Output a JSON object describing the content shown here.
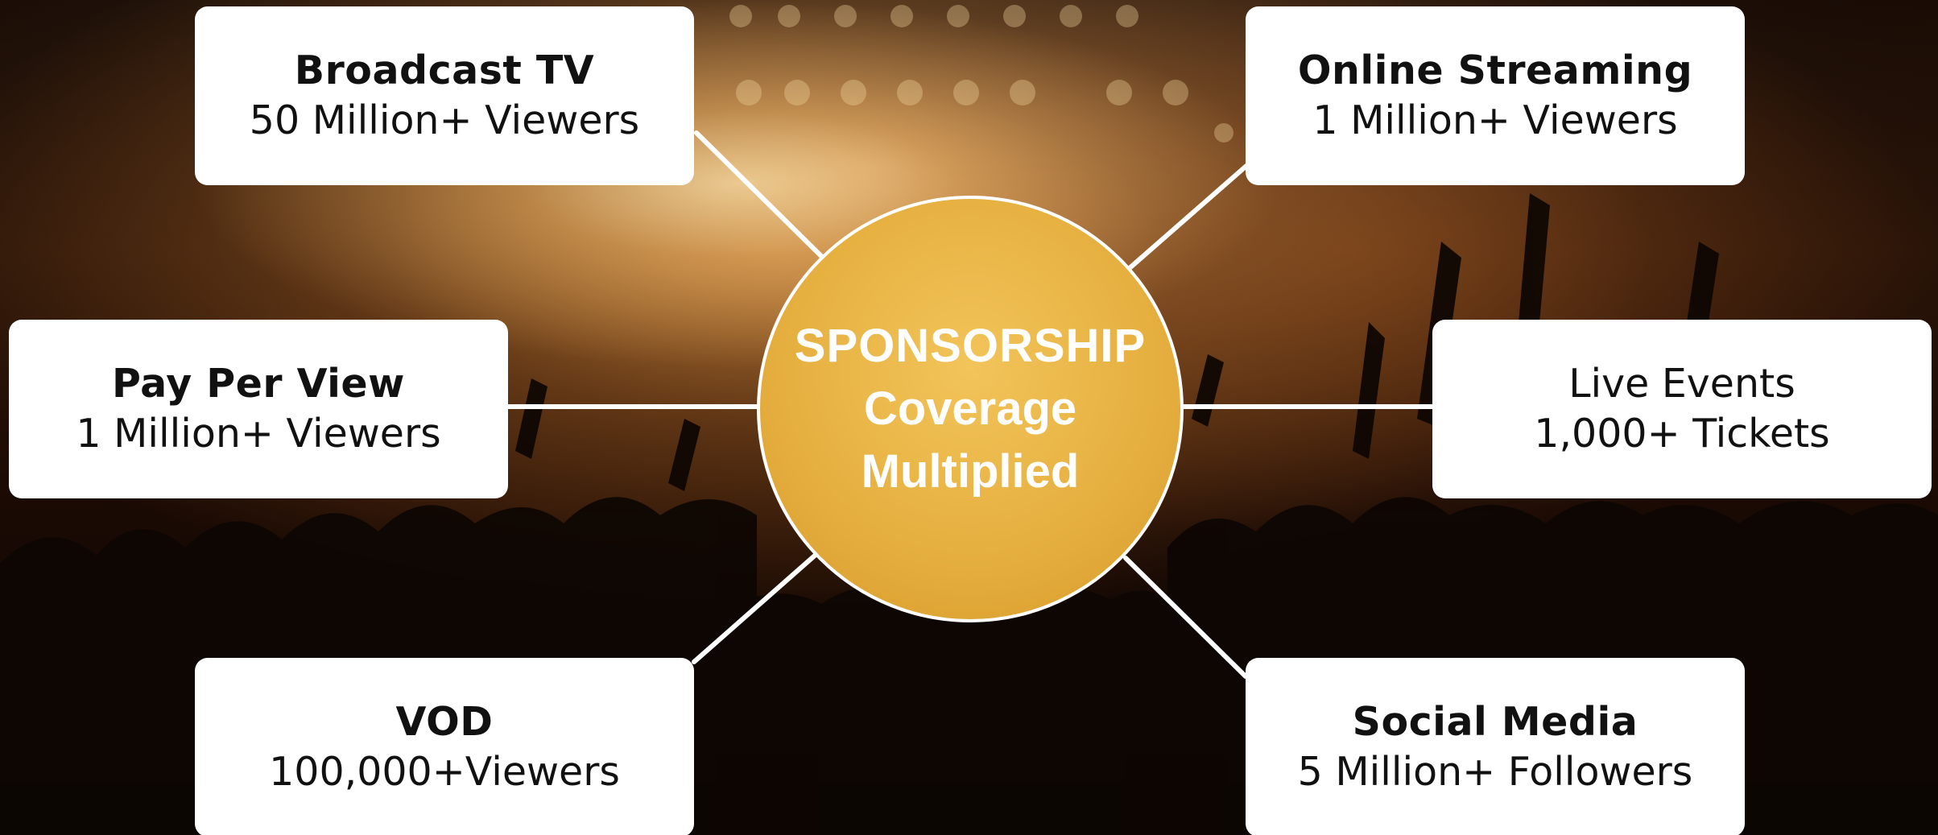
{
  "hub": {
    "line1": "SPONSORSHIP",
    "line2": "Coverage",
    "line3": "Multiplied"
  },
  "nodes": [
    {
      "title": "Broadcast TV",
      "subtitle": "50 Million+ Viewers"
    },
    {
      "title": "Online Streaming",
      "subtitle": "1 Million+ Viewers"
    },
    {
      "title": "Pay Per View",
      "subtitle": "1 Million+ Viewers"
    },
    {
      "title": "",
      "subtitle": "Live Events",
      "subtitle2": "1,000+ Tickets"
    },
    {
      "title": "VOD",
      "subtitle": "100,000+Viewers"
    },
    {
      "title": "Social Media",
      "subtitle": "5 Million+ Followers"
    }
  ],
  "colors": {
    "hub_fill": "#e6b040",
    "box_fill": "#ffffff",
    "connector": "#ffffff",
    "text": "#111111"
  }
}
